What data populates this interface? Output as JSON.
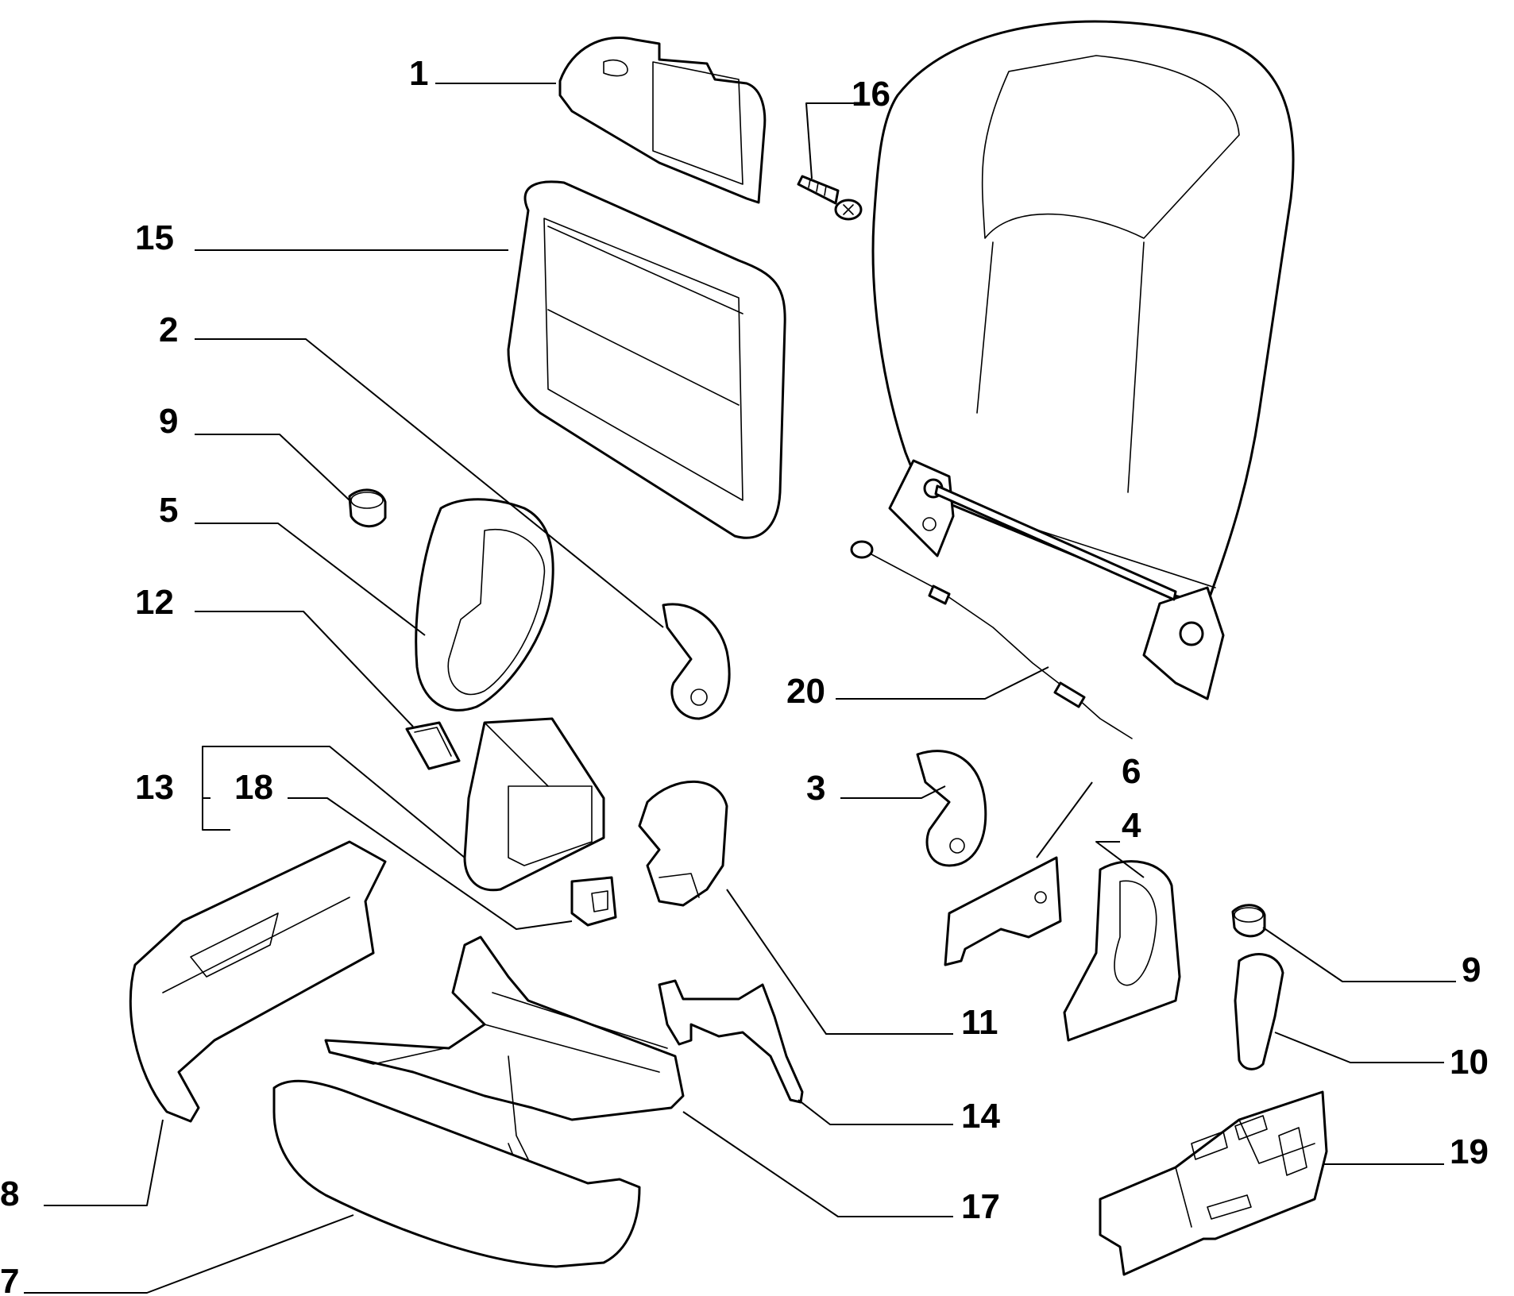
{
  "labels": {
    "n1": "1",
    "n2": "2",
    "n3": "3",
    "n4": "4",
    "n5": "5",
    "n6": "6",
    "n7": "7",
    "n8": "8",
    "n9a": "9",
    "n9b": "9",
    "n10": "10",
    "n11": "11",
    "n12": "12",
    "n13": "13",
    "n14": "14",
    "n15": "15",
    "n16": "16",
    "n17": "17",
    "n18": "18",
    "n19": "19",
    "n20": "20"
  }
}
